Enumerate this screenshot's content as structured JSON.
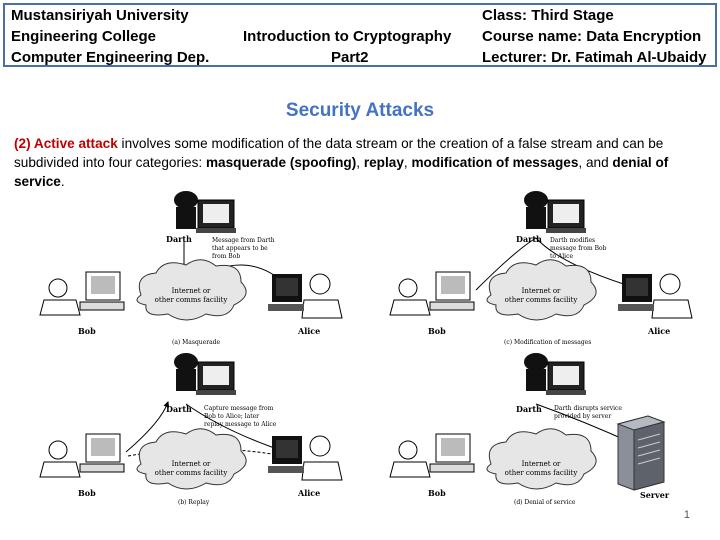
{
  "header": {
    "university": "Mustansiriyah University",
    "college": "Engineering College",
    "department": "Computer Engineering Dep.",
    "course_title": "Introduction to Cryptography",
    "part": "Part2",
    "class": "Class: Third Stage",
    "course_name": "Course name: Data Encryption",
    "lecturer": "Lecturer: Dr. Fatimah Al-Ubaidy"
  },
  "slide": {
    "title": "Security Attacks",
    "para": {
      "lead": "(2) Active attack",
      "t1": " involves some modification of the data stream or the creation of a false stream and can be subdivided into four categories: ",
      "k1": "masquerade (spoofing)",
      "s1": ", ",
      "k2": "replay",
      "s2": ", ",
      "k3": "modification of messages",
      "s3": ", and ",
      "k4": "denial of service",
      "end": "."
    },
    "page_number": "1"
  },
  "diagrams": [
    {
      "caption": "(a) Masquerade",
      "attacker": "Darth",
      "victim_left": "Bob",
      "victim_right": "Alice",
      "note1": "Message from Darth",
      "note2": "that appears to be",
      "note3": "from Bob",
      "cloud1": "Internet or",
      "cloud2": "other comms facility"
    },
    {
      "caption": "(c) Modification of messages",
      "attacker": "Darth",
      "victim_left": "Bob",
      "victim_right": "Alice",
      "note1": "Darth modifies",
      "note2": "message from Bob",
      "note3": "to Alice",
      "cloud1": "Internet or",
      "cloud2": "other comms facility"
    },
    {
      "caption": "(b) Replay",
      "attacker": "Darth",
      "victim_left": "Bob",
      "victim_right": "Alice",
      "note1": "Capture message from",
      "note2": "Bob to Alice; later",
      "note3": "replay message to Alice",
      "cloud1": "Internet or",
      "cloud2": "other comms facility"
    },
    {
      "caption": "(d) Denial of service",
      "attacker": "Darth",
      "victim_left": "Bob",
      "victim_right": "Server",
      "note1": "Darth disrupts service",
      "note2": "provided by server",
      "note3": "",
      "cloud1": "Internet or",
      "cloud2": "other comms facility"
    }
  ]
}
